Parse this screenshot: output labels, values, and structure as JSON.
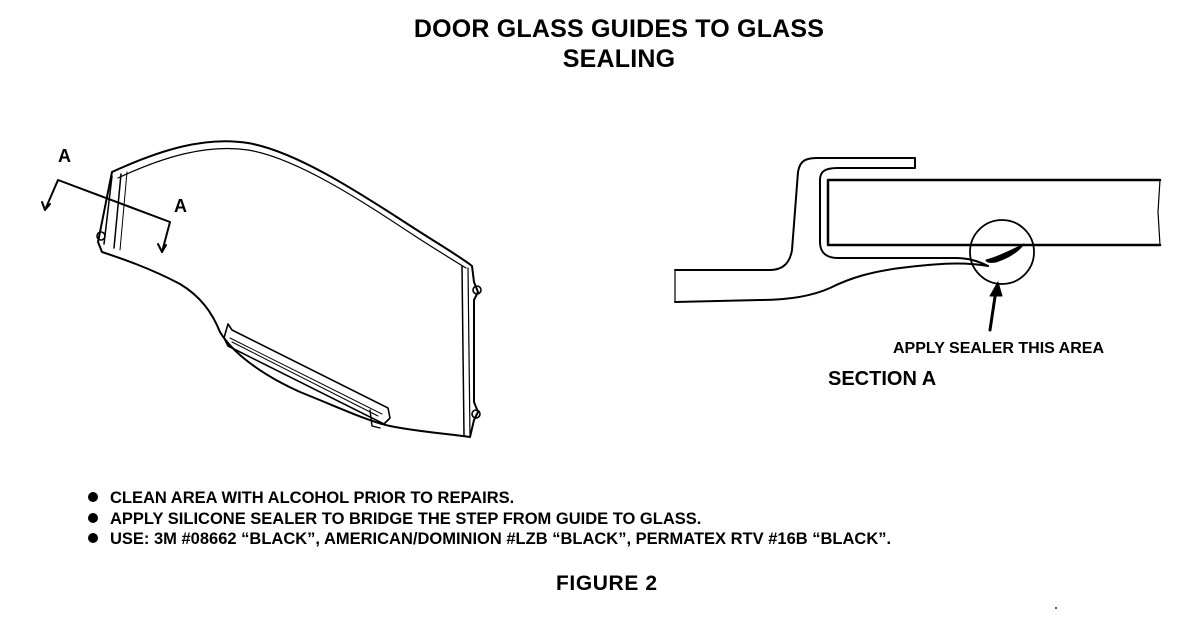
{
  "title": {
    "line1": "DOOR GLASS GUIDES TO GLASS",
    "line2": "SEALING"
  },
  "left_view": {
    "section_mark_left": "A",
    "section_mark_right": "A"
  },
  "section_view": {
    "callout": "APPLY SEALER THIS AREA",
    "caption": "SECTION A"
  },
  "notes": [
    "CLEAN AREA WITH ALCOHOL PRIOR TO REPAIRS.",
    "APPLY SILICONE SEALER TO BRIDGE THE STEP FROM GUIDE TO GLASS.",
    "USE: 3M #08662 “BLACK”, AMERICAN/DOMINION #LZB “BLACK”, PERMATEX RTV #16B “BLACK”."
  ],
  "figure_caption": "FIGURE 2"
}
